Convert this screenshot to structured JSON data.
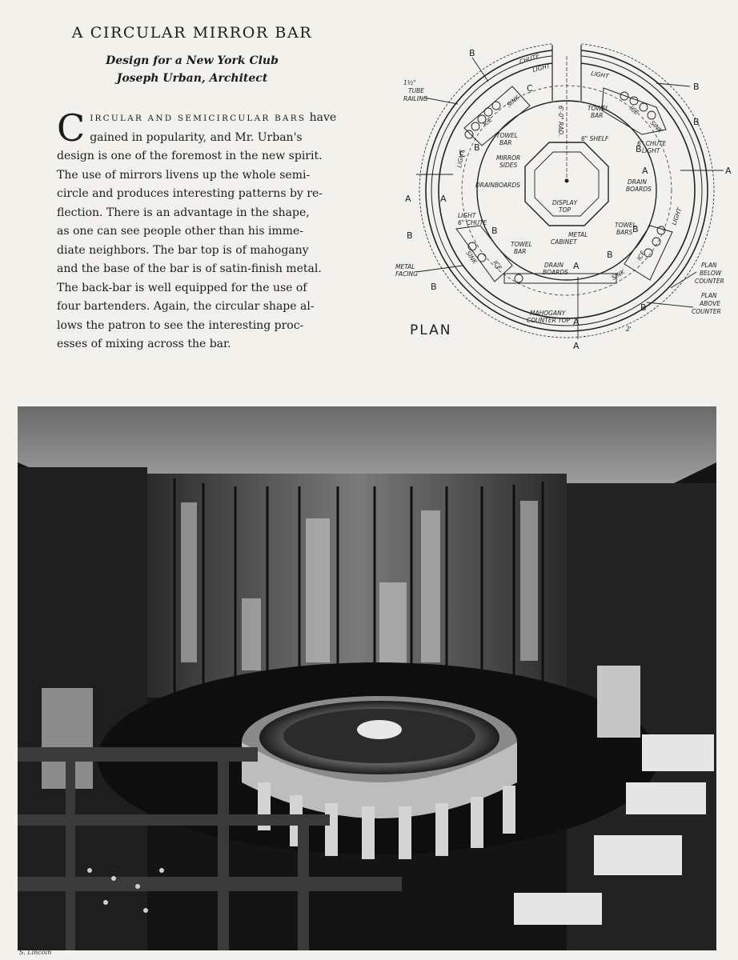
{
  "header": {
    "title": "A CIRCULAR MIRROR BAR",
    "subtitle_line1": "Design for a New York Club",
    "subtitle_line2": "Joseph Urban, Architect"
  },
  "body": {
    "drop_cap": "C",
    "first_words": "IRCULAR AND SEMICIRCULAR BARS",
    "lines": [
      " have",
      "gained in popularity, and Mr. Urban's",
      "design is one of the foremost in the new spirit.",
      "The use of mirrors livens up the whole semi-",
      "circle and produces interesting patterns by re-",
      "flection. There is an advantage in the shape,",
      "as one can see people other than his imme-",
      "diate neighbors. The bar top is of mahogany",
      "and the base of the bar is of satin-finish metal.",
      "The back-bar is well equipped for the use of",
      "four bartenders. Again, the circular shape al-",
      "lows the patron to see the interesting proc-",
      "esses of mixing across the bar."
    ]
  },
  "plan": {
    "title": "PLAN",
    "labels": {
      "tube_railing_1": "1½\"",
      "tube_railing_2": "TUBE",
      "tube_railing_3": "RAILING",
      "chute_top": "CHUTE",
      "light_top": "LIGHT",
      "light_tr": "LIGHT",
      "sink_tl": "SINK",
      "ice_tl": "ICE",
      "ice_tr": "ICE",
      "sink_tr": "SINK",
      "towel_bar_tl_1": "TOWEL",
      "towel_bar_tl_2": "BAR",
      "towel_bar_tr_1": "TOWEL",
      "towel_bar_tr_2": "BAR",
      "radius": "6'-0\" RAD.",
      "shelf": "6\" SHELF",
      "chute_light_r_1": "6\" CHUTE",
      "chute_light_r_2": "LIGHT",
      "mirror_sides_1": "MIRROR",
      "mirror_sides_2": "SIDES",
      "light_left": "LIGHT",
      "drainboards_l": "DRAINBOARDS",
      "drain_boards_r_1": "DRAIN",
      "drain_boards_r_2": "BOARDS",
      "display_top_1": "DISPLAY",
      "display_top_2": "TOP",
      "light_chute_bl_1": "LIGHT",
      "light_chute_bl_2": "6\" CHUTE",
      "sink_bl": "SINK",
      "ice_bl": "ICE",
      "towel_bar_bl_1": "TOWEL",
      "towel_bar_bl_2": "BAR",
      "metal_cabinet_1": "METAL",
      "metal_cabinet_2": "CABINET",
      "towel_bars_br_1": "TOWEL",
      "towel_bars_br_2": "BARS",
      "light_right": "LIGHT",
      "ice_br": "ICE",
      "sink_br": "SINK",
      "drain_boards_b_1": "DRAIN",
      "drain_boards_b_2": "BOARDS",
      "metal_facing_1": "METAL",
      "metal_facing_2": "FACING",
      "plan_below_1": "PLAN",
      "plan_below_2": "BELOW",
      "plan_below_3": "COUNTER",
      "plan_above_1": "PLAN",
      "plan_above_2": "ABOVE",
      "plan_above_3": "COUNTER",
      "mahogany_1": "MAHOGANY",
      "mahogany_2": "COUNTER TOP",
      "dim": "2'",
      "sec_a": "A",
      "sec_b": "B",
      "sec_c": "C"
    }
  },
  "photo": {
    "credit": "S. Lincoln"
  },
  "colors": {
    "paper": "#f3f1ec",
    "ink": "#1c1c1c",
    "photo_dark": "#141414",
    "photo_light": "#d8d8d8"
  }
}
